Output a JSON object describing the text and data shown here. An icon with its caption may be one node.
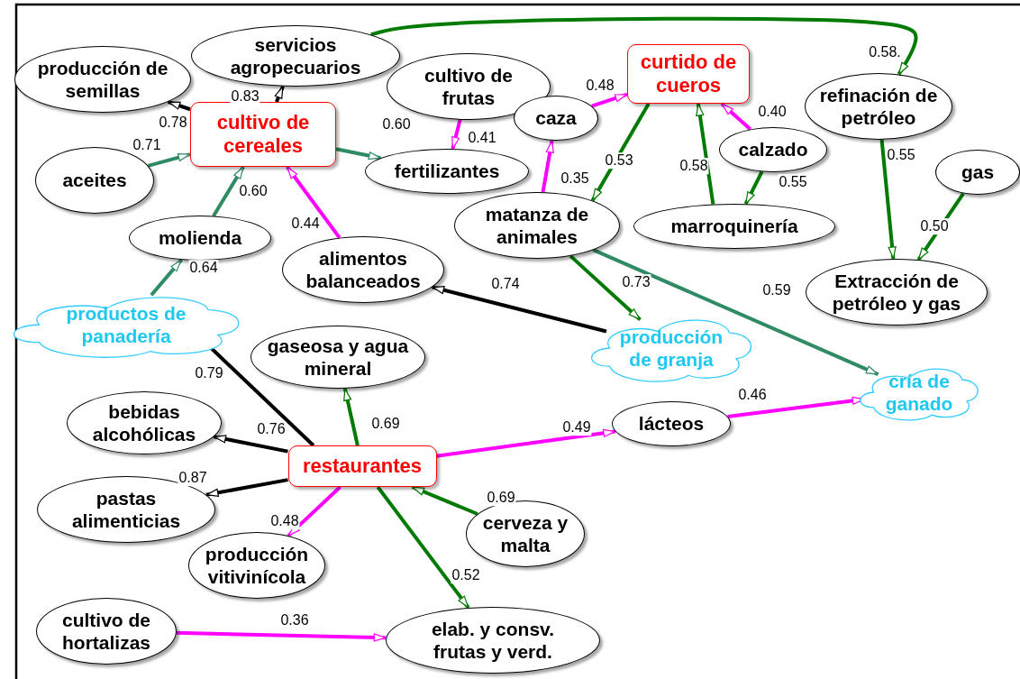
{
  "diagram": {
    "nodes": [
      {
        "text": [
          "servicios agropecuarios"
        ]
      },
      {
        "text": [
          "producción de semillas"
        ]
      },
      {
        "text": [
          "cultivo de cereales"
        ]
      },
      {
        "text": [
          "cultivo de frutas"
        ]
      },
      {
        "text": [
          "curtido de cueros"
        ]
      },
      {
        "text": [
          "refinación de petróleo"
        ]
      },
      {
        "text": [
          "caza"
        ]
      },
      {
        "text": [
          "aceites"
        ]
      },
      {
        "text": [
          "fertilizantes"
        ]
      },
      {
        "text": [
          "calzado"
        ]
      },
      {
        "text": [
          "gas"
        ]
      },
      {
        "text": [
          "molienda"
        ]
      },
      {
        "text": [
          "matanza de animales"
        ]
      },
      {
        "text": [
          "marroquinería"
        ]
      },
      {
        "text": [
          "alimentos balanceados"
        ]
      },
      {
        "text": [
          "Extracción de petróleo y gas"
        ]
      },
      {
        "text": [
          "productos de panadería"
        ]
      },
      {
        "text": [
          "producción de granja"
        ]
      },
      {
        "text": [
          "gaseosa y agua mineral"
        ]
      },
      {
        "text": [
          "cría de ganado"
        ]
      },
      {
        "text": [
          "bebidas alcohólicas"
        ]
      },
      {
        "text": [
          "lácteos"
        ]
      },
      {
        "text": [
          "restaurantes"
        ]
      },
      {
        "text": [
          "pastas alimenticias"
        ]
      },
      {
        "text": [
          "cerveza y malta"
        ]
      },
      {
        "text": [
          "producción vitivinícola"
        ]
      },
      {
        "text": [
          "cultivo de hortalizas"
        ]
      },
      {
        "text": [
          "elab. y consv. frutas y verd."
        ]
      }
    ],
    "edges": [
      {
        "from": 2,
        "to": 0,
        "arrow": "to",
        "label": "0.83",
        "color": "#000000"
      },
      {
        "from": 2,
        "to": 1,
        "arrow": "to",
        "label": "0.78",
        "color": "#000000"
      },
      {
        "from": 7,
        "to": 2,
        "arrow": "to",
        "label": "0.71",
        "color": "#2e8b64"
      },
      {
        "from": 2,
        "to": 8,
        "arrow": "to",
        "label": "0.60",
        "color": "#2e8b64"
      },
      {
        "from": 11,
        "to": 2,
        "arrow": "to",
        "label": "0.60",
        "color": "#2e8b64"
      },
      {
        "from": 14,
        "to": 2,
        "arrow": "to",
        "label": "0.44",
        "color": "#ff00ff"
      },
      {
        "from": 16,
        "to": 11,
        "arrow": "to",
        "label": "0.64",
        "color": "#2e8b64"
      },
      {
        "from": 3,
        "to": 8,
        "arrow": "to",
        "label": "0.41",
        "color": "#ff00ff"
      },
      {
        "from": 6,
        "to": 4,
        "arrow": "to",
        "label": "0.48",
        "color": "#ff00ff"
      },
      {
        "from": 12,
        "to": 6,
        "arrow": "to",
        "label": "0.35",
        "color": "#ff00ff"
      },
      {
        "from": 4,
        "to": 12,
        "arrow": "to",
        "label": "0.53"
      },
      {
        "from": 13,
        "to": 4,
        "arrow": "to",
        "label": "0.58"
      },
      {
        "from": 9,
        "to": 4,
        "arrow": "to",
        "label": "0.40",
        "color": "#ff00ff"
      },
      {
        "from": 9,
        "to": 13,
        "arrow": "to",
        "label": "0.55"
      },
      {
        "from": 0,
        "to": 5,
        "arrow": "to",
        "label": "0.58."
      },
      {
        "from": 5,
        "to": 15,
        "arrow": "to",
        "label": "0.55"
      },
      {
        "from": 10,
        "to": 15,
        "arrow": "to",
        "label": "0.50"
      },
      {
        "from": 12,
        "to": 17,
        "arrow": "to",
        "label": "0.73"
      },
      {
        "from": 12,
        "to": 19,
        "arrow": "to",
        "label": "0.59",
        "color": "#2e8b64"
      },
      {
        "from": 17,
        "to": 14,
        "arrow": "to",
        "label": "0.74",
        "color": "#000000"
      },
      {
        "from": 22,
        "to": 16,
        "arrow": "none",
        "label": "0.79",
        "color": "#000000"
      },
      {
        "from": 22,
        "to": 18,
        "arrow": "to",
        "label": "0.69"
      },
      {
        "from": 22,
        "to": 20,
        "arrow": "to",
        "label": "0.76",
        "color": "#000000"
      },
      {
        "from": 22,
        "to": 21,
        "arrow": "to",
        "label": "0.49",
        "color": "#ff00ff"
      },
      {
        "from": 21,
        "to": 19,
        "arrow": "to",
        "label": "0.46",
        "color": "#ff00ff"
      },
      {
        "from": 22,
        "to": 23,
        "arrow": "to",
        "label": "0.87",
        "color": "#000000"
      },
      {
        "from": 22,
        "to": 25,
        "arrow": "to",
        "label": "0.48",
        "color": "#ff00ff"
      },
      {
        "from": 24,
        "to": 22,
        "arrow": "to",
        "label": "0.69"
      },
      {
        "from": 22,
        "to": 27,
        "arrow": "to",
        "label": "0.52"
      },
      {
        "from": 26,
        "to": 27,
        "arrow": "to",
        "label": "0.36",
        "color": "#ff00ff"
      }
    ]
  }
}
